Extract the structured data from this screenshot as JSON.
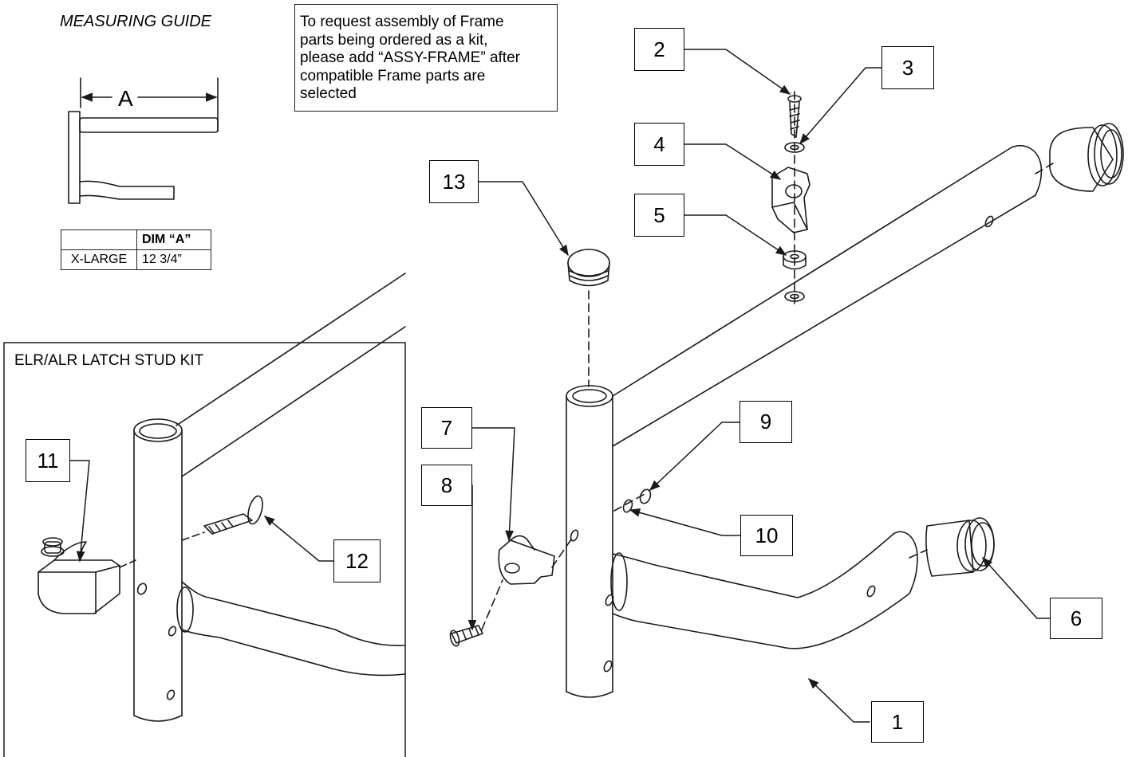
{
  "measuring_guide": {
    "title": "MEASURING GUIDE",
    "dim_letter": "A",
    "table": {
      "header": [
        "",
        "DIM “A”"
      ],
      "rows": [
        [
          "X-LARGE",
          "12 3/4”"
        ]
      ]
    }
  },
  "note": {
    "lines": [
      "To request assembly of Frame",
      "parts being ordered as a kit,",
      "please add “ASSY-FRAME” after",
      "compatible Frame parts are",
      "selected"
    ]
  },
  "inset": {
    "title": "ELR/ALR LATCH STUD KIT"
  },
  "callouts": [
    "1",
    "2",
    "3",
    "4",
    "5",
    "6",
    "7",
    "8",
    "9",
    "10",
    "11",
    "12",
    "13"
  ],
  "colors": {
    "line": "#1a1a1a",
    "background": "#ffffff"
  }
}
